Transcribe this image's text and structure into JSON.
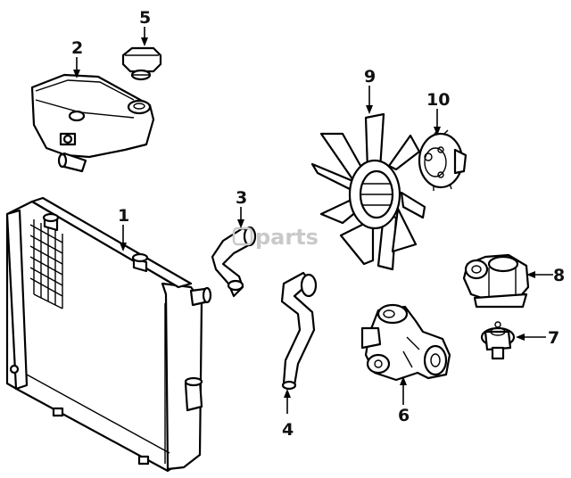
{
  "watermark": {
    "text": "parts",
    "mark_color": "#c9c9c9"
  },
  "callouts": [
    {
      "id": "1",
      "part": "radiator"
    },
    {
      "id": "2",
      "part": "expansion-tank"
    },
    {
      "id": "3",
      "part": "upper-hose"
    },
    {
      "id": "4",
      "part": "lower-hose"
    },
    {
      "id": "5",
      "part": "tank-cap"
    },
    {
      "id": "6",
      "part": "water-pump"
    },
    {
      "id": "7",
      "part": "thermostat"
    },
    {
      "id": "8",
      "part": "thermostat-housing"
    },
    {
      "id": "9",
      "part": "fan-blade"
    },
    {
      "id": "10",
      "part": "fan-clutch"
    }
  ],
  "colors": {
    "line": "#000000",
    "background": "#ffffff"
  }
}
